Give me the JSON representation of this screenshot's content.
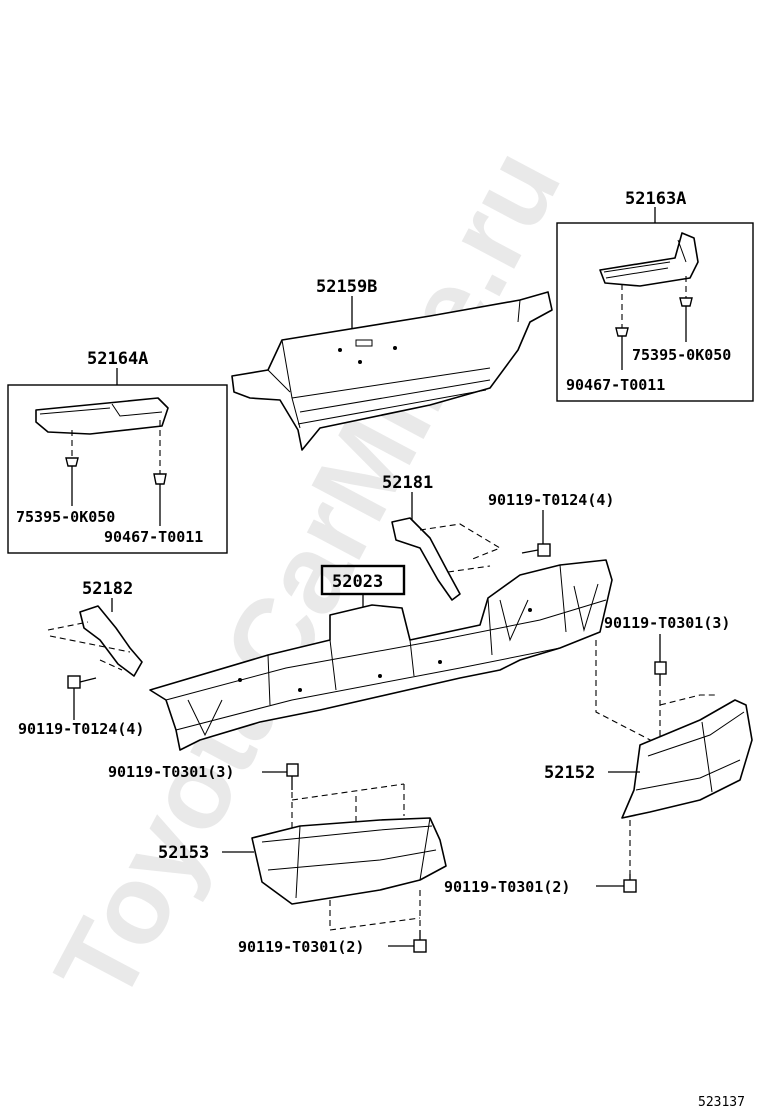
{
  "watermark": "ToyotaCarMine.ru",
  "diagram_id": "523137",
  "labels": {
    "p52163A": "52163A",
    "p75395_r": "75395-0K050",
    "p90467_r": "90467-T0011",
    "p52159B": "52159B",
    "p52164A": "52164A",
    "p75395_l": "75395-0K050",
    "p90467_l": "90467-T0011",
    "p52181": "52181",
    "p90119_t0124_top": "90119-T0124(4)",
    "p52023": "52023",
    "p52182": "52182",
    "p90119_t0301_r3": "90119-T0301(3)",
    "p90119_t0124_left": "90119-T0124(4)",
    "p90119_t0301_l3": "90119-T0301(3)",
    "p52152": "52152",
    "p52153": "52153",
    "p90119_t0301_r2": "90119-T0301(2)",
    "p90119_t0301_l2": "90119-T0301(2)"
  }
}
